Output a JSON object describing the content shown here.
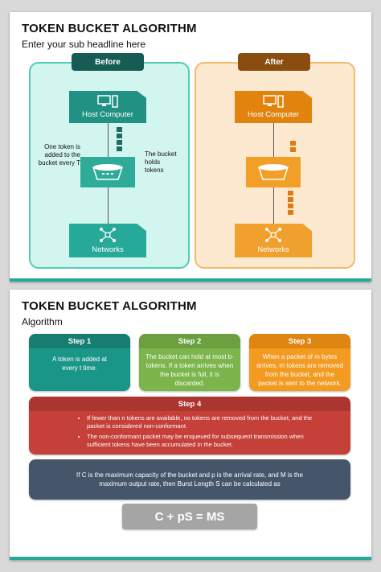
{
  "slide1": {
    "title": "TOKEN BUCKET ALGORITHM",
    "subtitle": "Enter your sub headline here",
    "before": {
      "tag": "Before",
      "host": "Host Computer",
      "networks": "Networks",
      "left_note": "One token is added to the bucket every T",
      "right_note": "The bucket holds tokens"
    },
    "after": {
      "tag": "After",
      "host": "Host Computer",
      "networks": "Networks"
    },
    "colors": {
      "before_accent": "#27a99a",
      "after_accent": "#f0a02c"
    }
  },
  "slide2": {
    "title": "TOKEN BUCKET ALGORITHM",
    "subtitle": "Algorithm",
    "steps": [
      {
        "label": "Step 1",
        "text": "A token is added at every t time."
      },
      {
        "label": "Step 2",
        "text": "The bucket can hold at most b-tokens. If a token arrives when the bucket is full, it is discarded."
      },
      {
        "label": "Step 3",
        "text": "When a packet of m bytes arrives, m tokens are removed from the bucket, and the packet is sent to the network."
      }
    ],
    "step4": {
      "label": "Step 4",
      "bullets": [
        "If fewer than n tokens are available, no tokens are removed from the bucket, and the packet is considered non-conformant.",
        "The non-conformant packet may be enqueued for subsequent transmission when sufficient tokens have been accumulated in the bucket."
      ]
    },
    "note": "If C is the maximum capacity of the bucket and p is the arrival rate, and M is the maximum output rate, then Burst Length S can be calculated as",
    "formula": "C + pS = MS"
  }
}
